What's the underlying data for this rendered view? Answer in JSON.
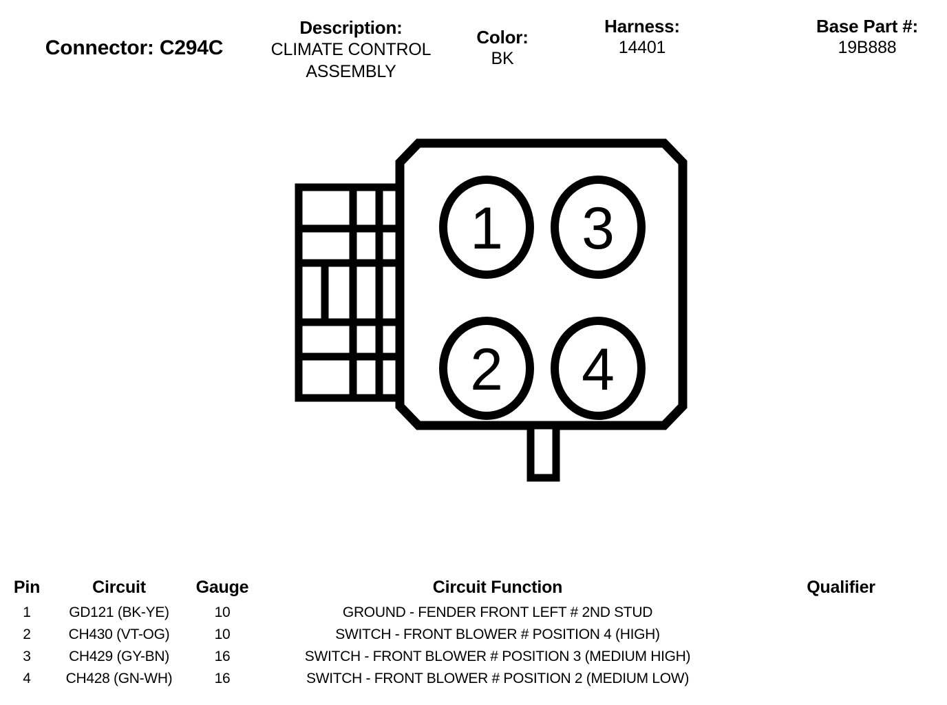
{
  "header": {
    "connector": {
      "label": "Connector: C294C"
    },
    "description": {
      "label": "Description:",
      "value": "CLIMATE CONTROL ASSEMBLY"
    },
    "color": {
      "label": "Color:",
      "value": "BK"
    },
    "harness": {
      "label": "Harness:",
      "value": "14401"
    },
    "base_part": {
      "label": "Base Part #:",
      "value": "19B888"
    }
  },
  "drawing": {
    "alt": "connector-face-diagram",
    "pin_labels": [
      "1",
      "3",
      "2",
      "4"
    ],
    "stroke_color": "#000000",
    "fill_color": "#ffffff"
  },
  "table": {
    "columns": [
      "Pin",
      "Circuit",
      "Gauge",
      "Circuit Function",
      "Qualifier"
    ],
    "rows": [
      {
        "pin": "1",
        "circuit": "GD121 (BK-YE)",
        "gauge": "10",
        "function": "GROUND - FENDER FRONT LEFT # 2ND STUD",
        "qualifier": ""
      },
      {
        "pin": "2",
        "circuit": "CH430 (VT-OG)",
        "gauge": "10",
        "function": "SWITCH - FRONT BLOWER # POSITION 4 (HIGH)",
        "qualifier": ""
      },
      {
        "pin": "3",
        "circuit": "CH429 (GY-BN)",
        "gauge": "16",
        "function": "SWITCH - FRONT BLOWER # POSITION 3 (MEDIUM HIGH)",
        "qualifier": ""
      },
      {
        "pin": "4",
        "circuit": "CH428 (GN-WH)",
        "gauge": "16",
        "function": "SWITCH - FRONT BLOWER # POSITION 2 (MEDIUM LOW)",
        "qualifier": ""
      }
    ]
  }
}
